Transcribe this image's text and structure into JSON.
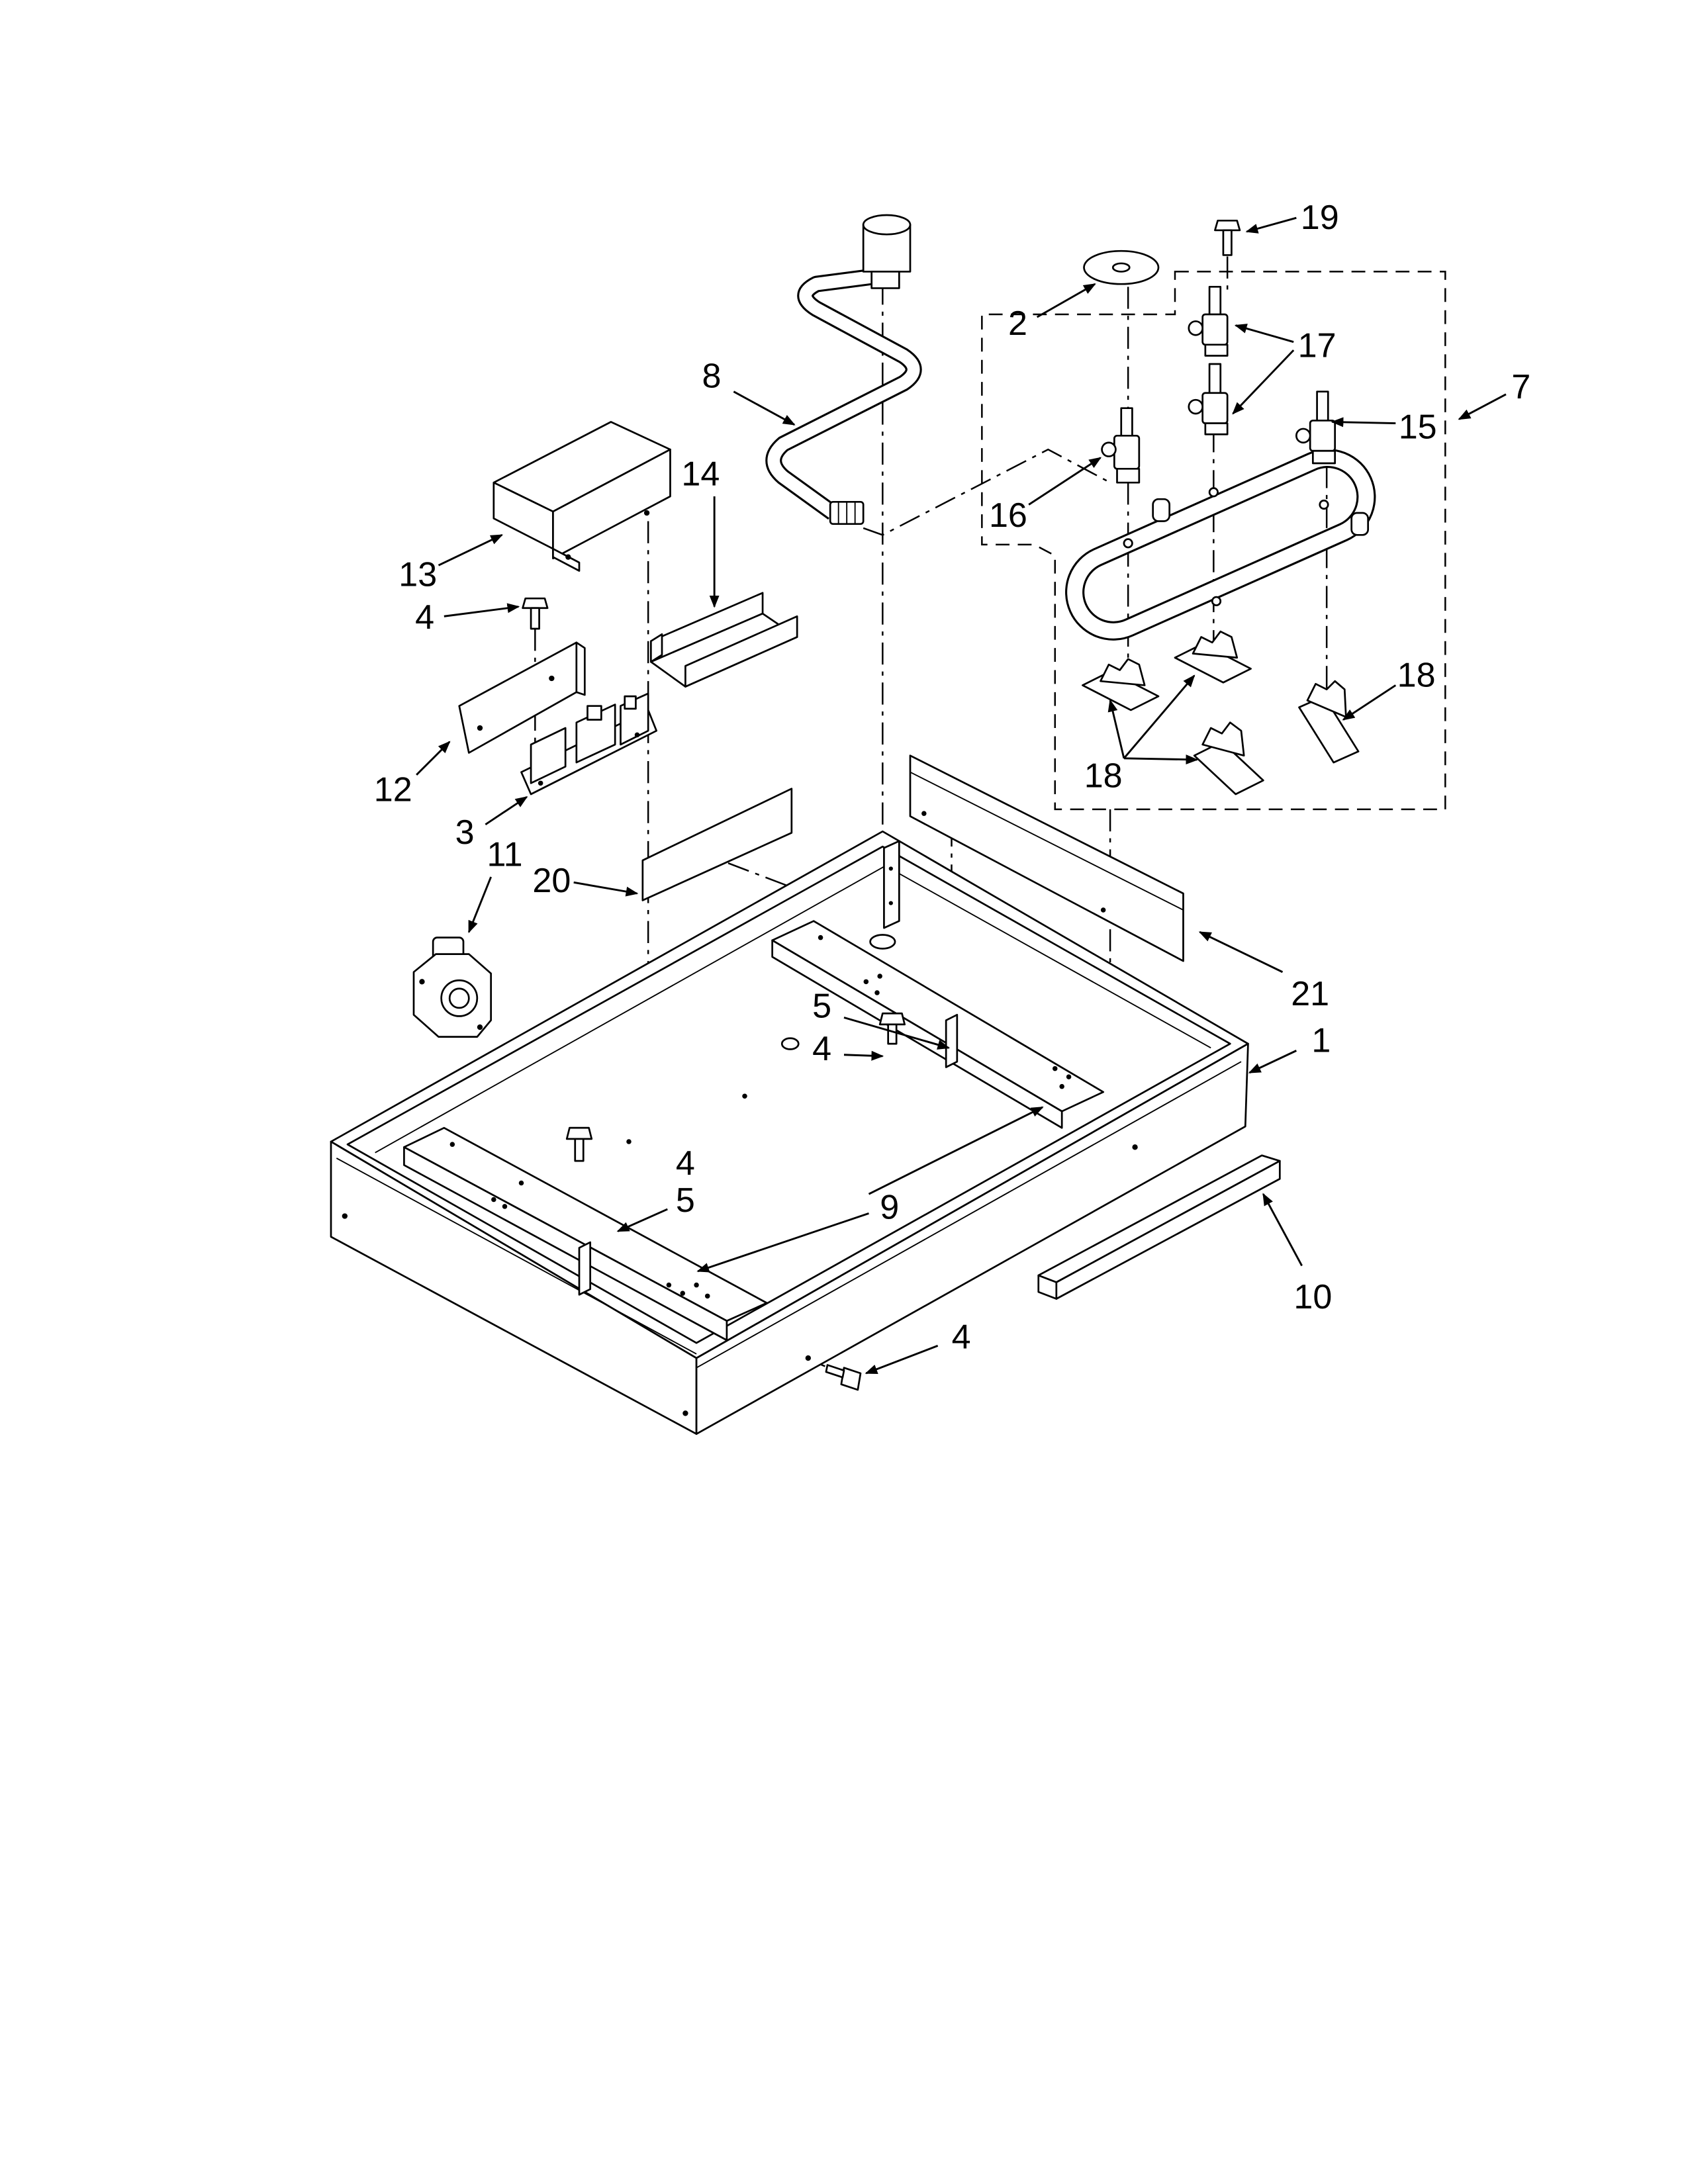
{
  "callouts": [
    "19",
    "2",
    "17",
    "7",
    "8",
    "15",
    "16",
    "14",
    "13",
    "4",
    "12",
    "3",
    "11",
    "20",
    "18",
    "18",
    "21",
    "1",
    "5",
    "4",
    "4",
    "5",
    "9",
    "10",
    "4"
  ]
}
